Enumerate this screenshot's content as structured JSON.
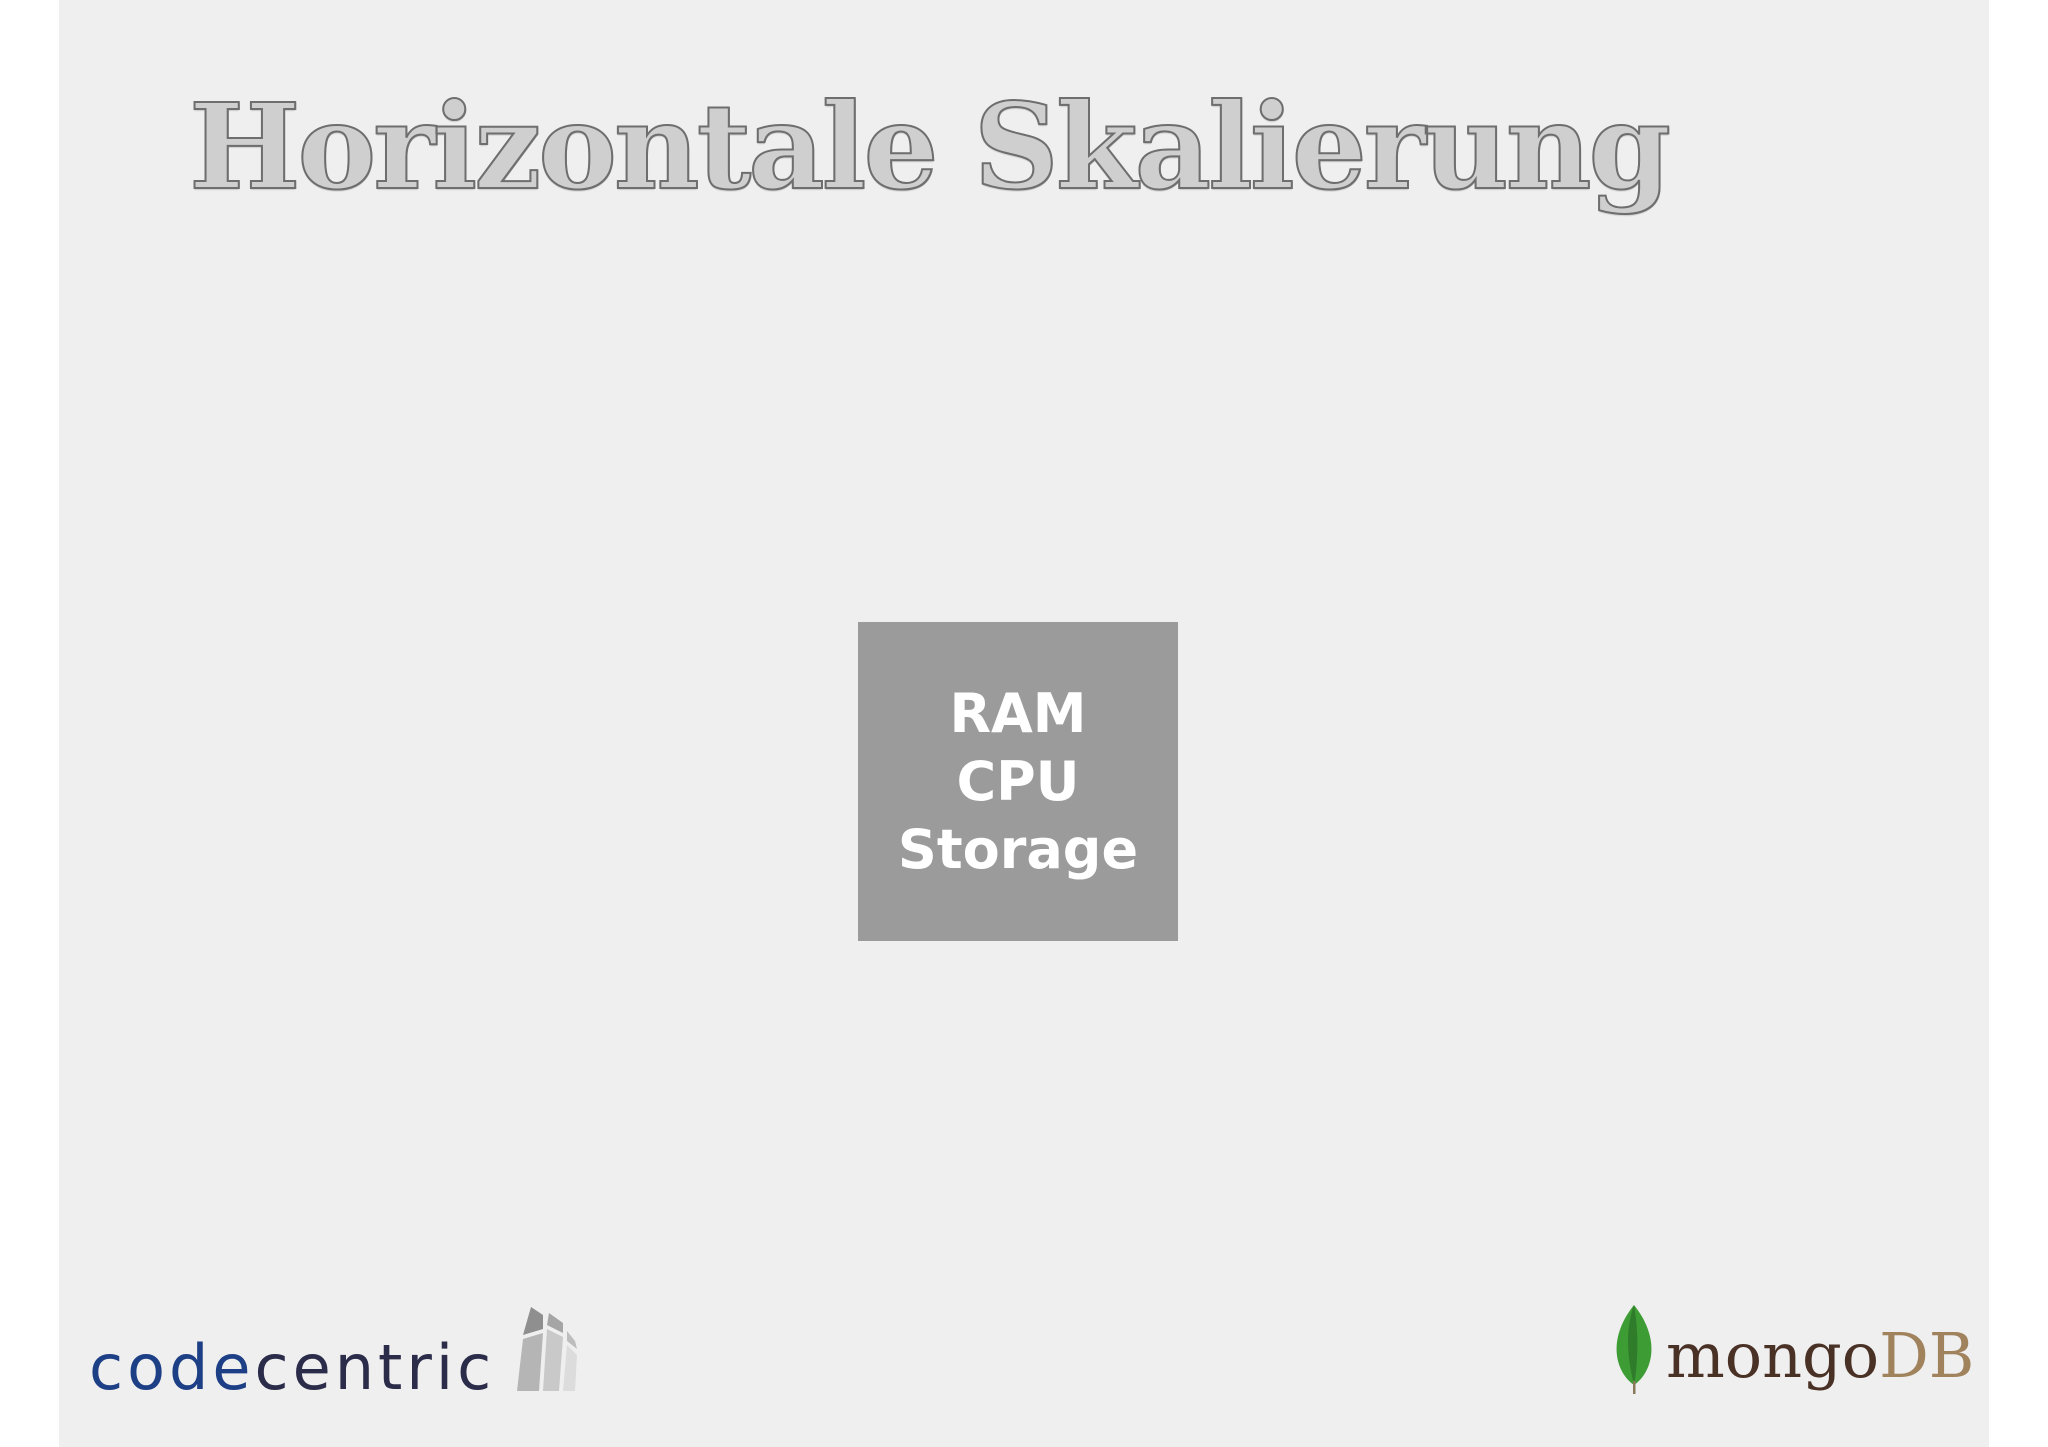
{
  "slide": {
    "title": "Horizontale Skalierung",
    "server_box": {
      "lines": [
        "RAM",
        "CPU",
        "Storage"
      ],
      "color": "#9b9b9b"
    }
  },
  "logos": {
    "codecentric": {
      "text_a": "code",
      "text_b": "centric",
      "icon": "codecentric-mark-icon"
    },
    "mongodb": {
      "text_a": "mongo",
      "text_b": "DB",
      "icon": "mongodb-leaf-icon"
    }
  }
}
